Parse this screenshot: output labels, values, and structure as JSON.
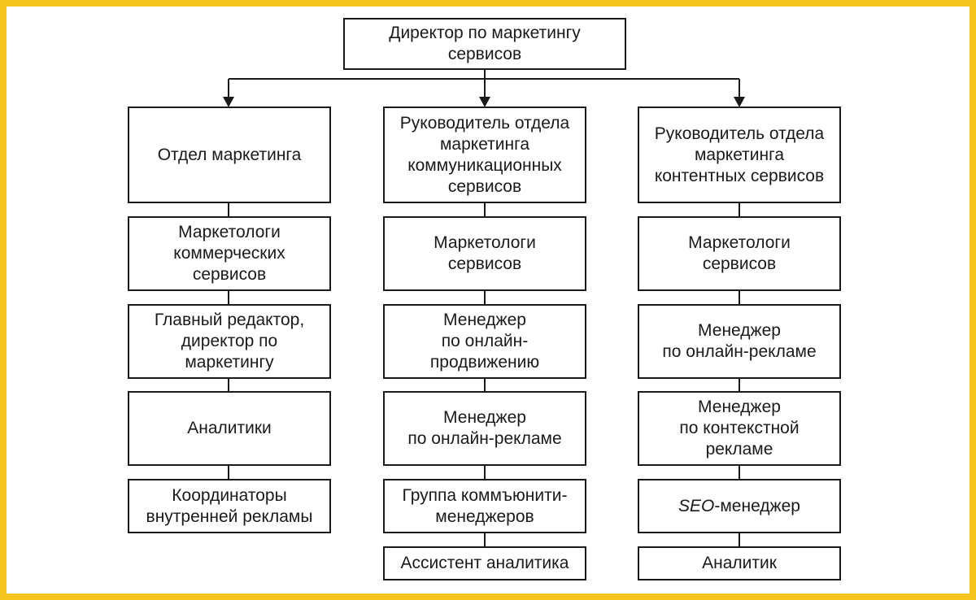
{
  "colors": {
    "frame": "#f4c41f",
    "line": "#1a1a1a",
    "box_fill": "#ffffff"
  },
  "root": {
    "label": "Директор по маркетингу\nсервисов"
  },
  "columns": [
    {
      "head": "Отдел маркетинга",
      "items": [
        "Маркетологи\nкоммерческих\nсервисов",
        "Главный редактор,\nдиректор по\nмаркетингу",
        "Аналитики",
        "Координаторы\nвнутренней рекламы"
      ]
    },
    {
      "head": "Руководитель отдела\nмаркетинга\nкоммуникационных\nсервисов",
      "items": [
        "Маркетологи\nсервисов",
        "Менеджер\nпо онлайн-\nпродвижению",
        "Менеджер\nпо онлайн-рекламе",
        "Группа коммъюнити-\nменеджеров",
        "Ассистент аналитика"
      ]
    },
    {
      "head": "Руководитель отдела\nмаркетинга\nконтентных сервисов",
      "items": [
        "Маркетологи\nсервисов",
        "Менеджер\nпо онлайн-рекламе",
        "Менеджер\nпо контекстной\nрекламе",
        {
          "italic": "SEO",
          "rest": "-менеджер"
        },
        "Аналитик"
      ]
    }
  ]
}
